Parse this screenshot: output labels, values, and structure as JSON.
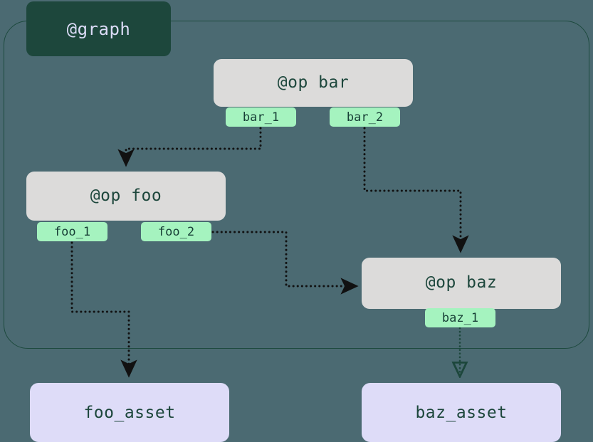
{
  "diagram": {
    "type": "dagster-op-graph",
    "background_color": "#4b6a72",
    "container": {
      "label": "@graph",
      "label_bg": "#1d473c",
      "label_text_color": "#dcdcf7",
      "border_color": "#1d4a3e"
    },
    "op_nodes": [
      {
        "id": "bar",
        "label": "@op bar",
        "bg": "#dcdbda",
        "text_color": "#1d473c",
        "ports": [
          {
            "id": "bar_1",
            "label": "bar_1",
            "bg": "#a5f3bf"
          },
          {
            "id": "bar_2",
            "label": "bar_2",
            "bg": "#a5f3bf"
          }
        ]
      },
      {
        "id": "foo",
        "label": "@op foo",
        "bg": "#dcdbda",
        "text_color": "#1d473c",
        "ports": [
          {
            "id": "foo_1",
            "label": "foo_1",
            "bg": "#a5f3bf"
          },
          {
            "id": "foo_2",
            "label": "foo_2",
            "bg": "#a5f3bf"
          }
        ]
      },
      {
        "id": "baz",
        "label": "@op baz",
        "bg": "#dcdbda",
        "text_color": "#1d473c",
        "ports": [
          {
            "id": "baz_1",
            "label": "baz_1",
            "bg": "#a5f3bf"
          }
        ]
      }
    ],
    "asset_nodes": [
      {
        "id": "foo_asset",
        "label": "foo_asset",
        "bg": "#dedcf8",
        "text_color": "#1d473c"
      },
      {
        "id": "baz_asset",
        "label": "baz_asset",
        "bg": "#dedcf8",
        "text_color": "#1d473c"
      }
    ],
    "edges": [
      {
        "from": "bar_1",
        "to": "foo",
        "style": "dotted",
        "color": "#111111",
        "arrow": "filled"
      },
      {
        "from": "bar_2",
        "to": "baz",
        "style": "dotted",
        "color": "#111111",
        "arrow": "filled"
      },
      {
        "from": "foo_2",
        "to": "baz",
        "style": "dotted",
        "color": "#111111",
        "arrow": "filled"
      },
      {
        "from": "foo_1",
        "to": "foo_asset",
        "style": "dotted",
        "color": "#111111",
        "arrow": "filled"
      },
      {
        "from": "baz_1",
        "to": "baz_asset",
        "style": "dotted",
        "color": "#1d473c",
        "arrow": "hollow"
      }
    ]
  }
}
